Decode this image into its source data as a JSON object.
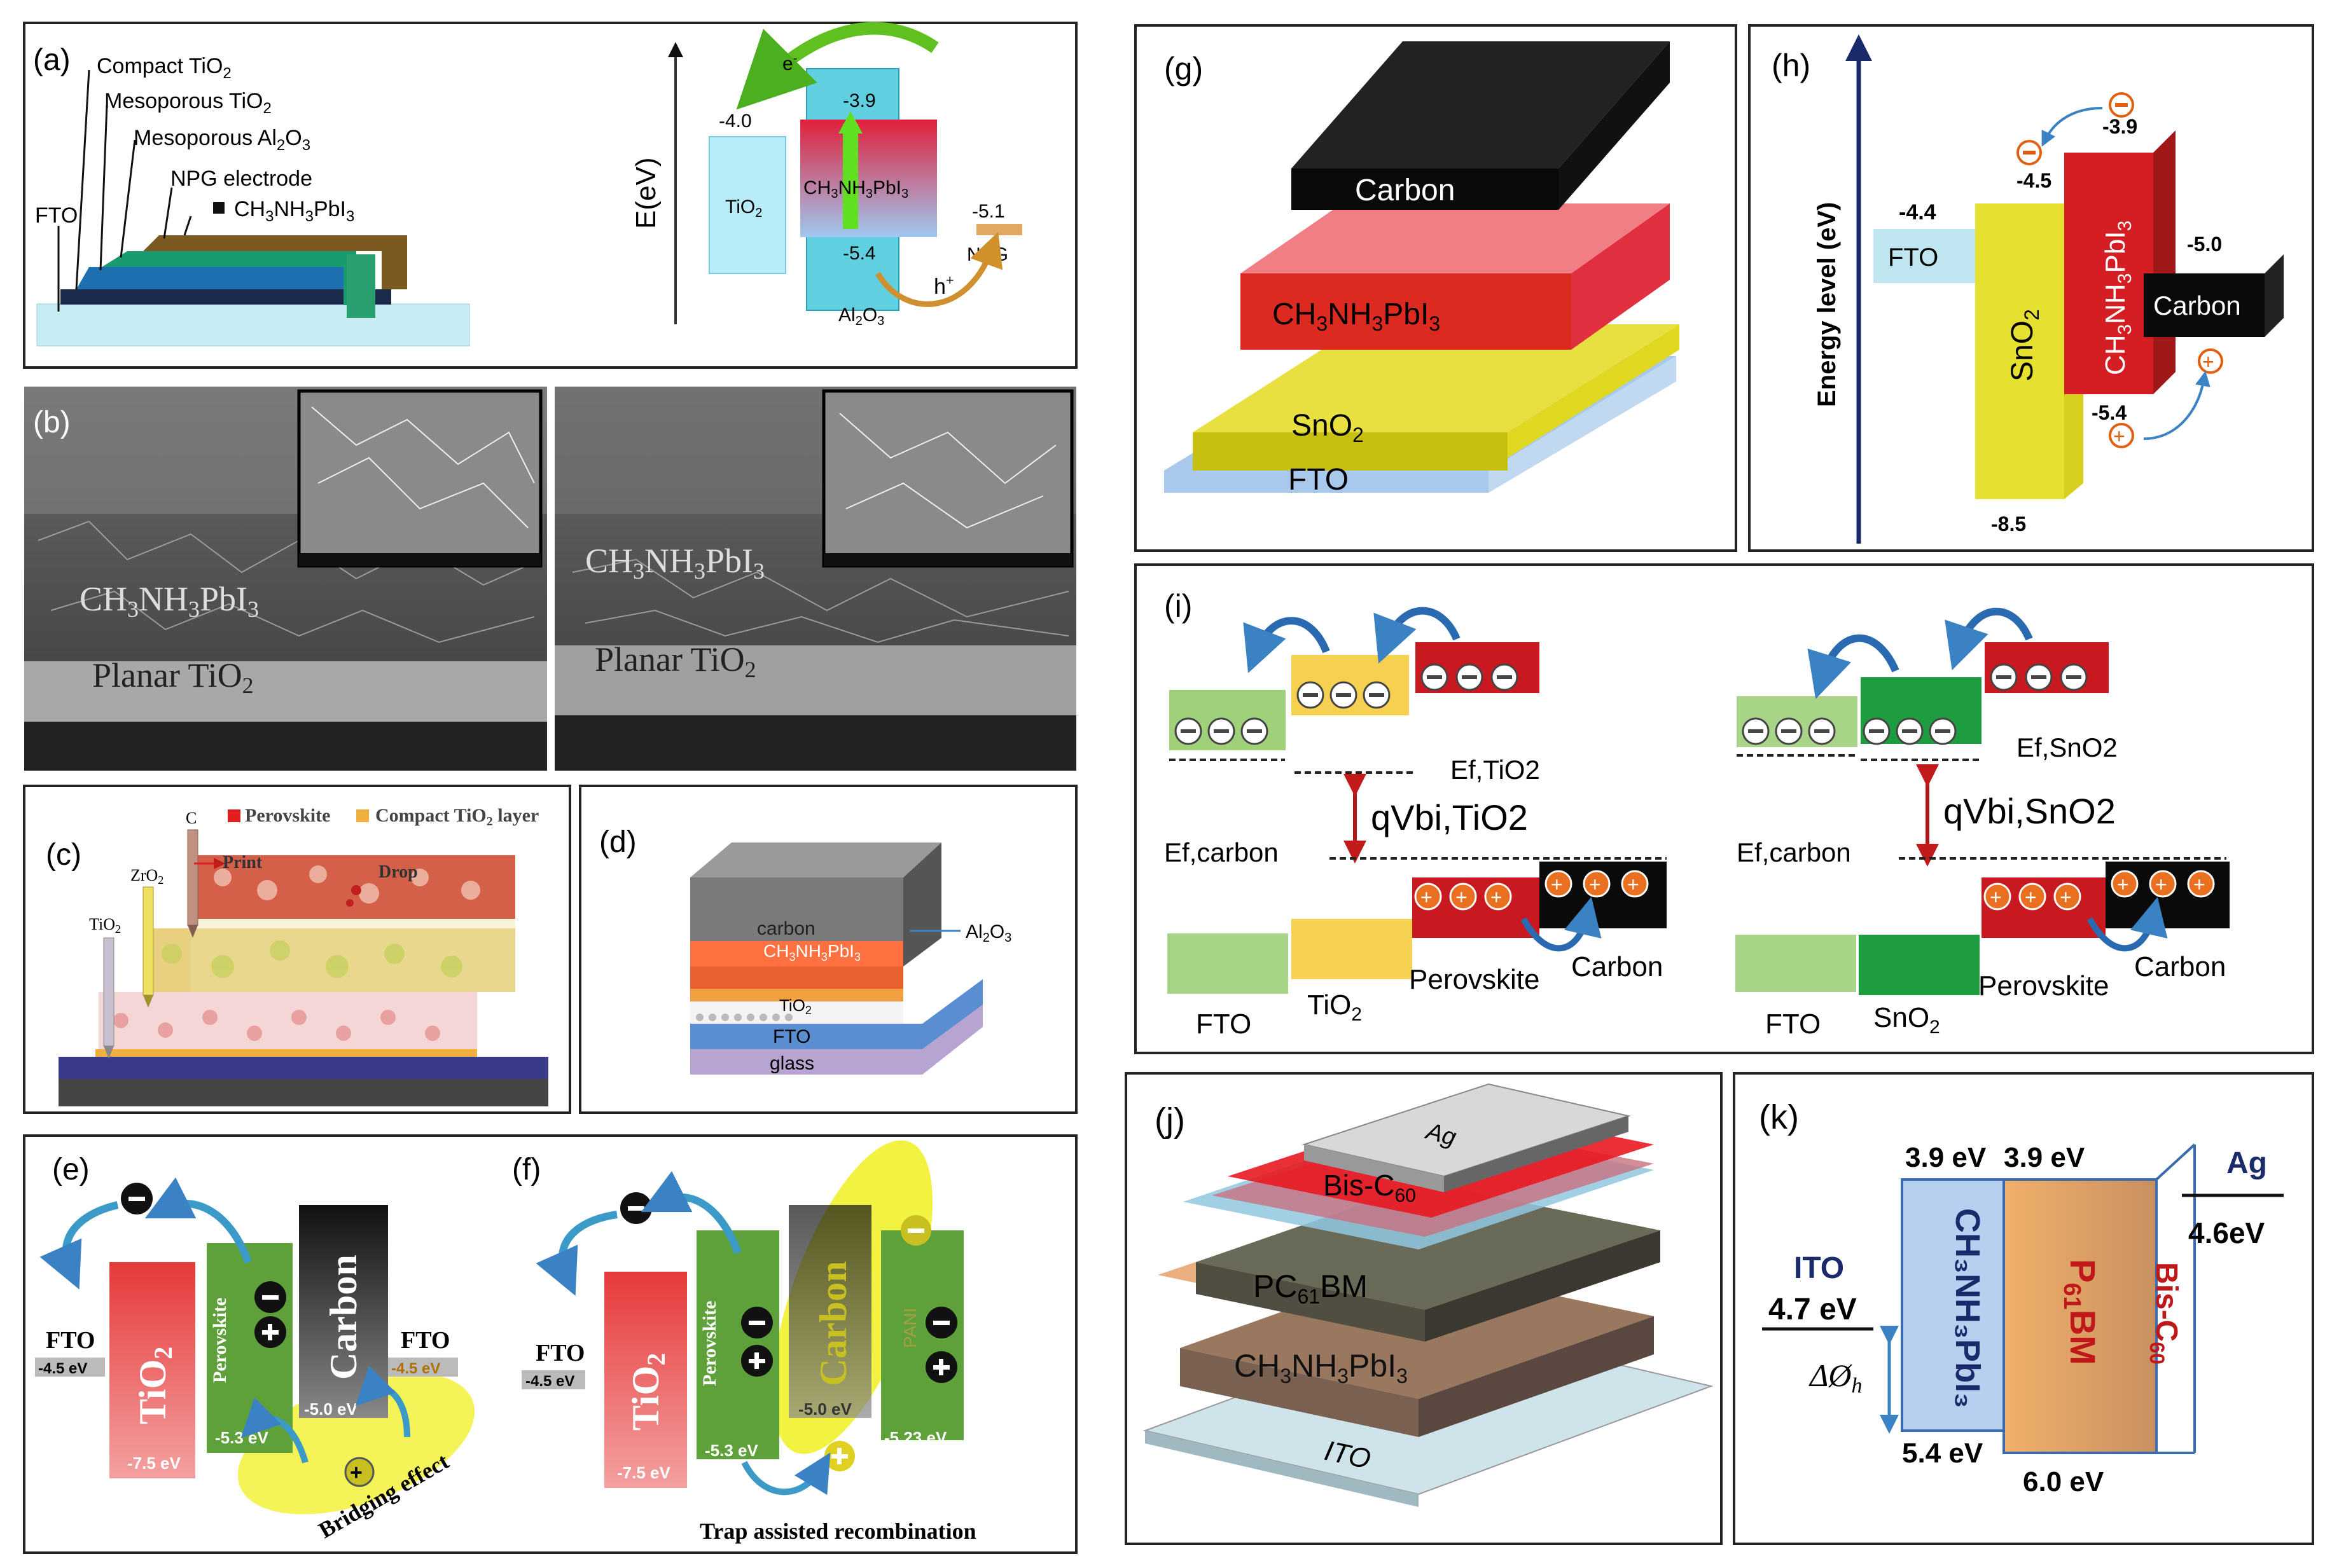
{
  "panels": {
    "a": {
      "label": "(a)",
      "compact": "Compact TiO",
      "compact_sub": "2",
      "meso_tio2": "Mesoporous TiO",
      "meso_tio2_sub": "2",
      "meso_al2o3": "Mesoporous  Al",
      "meso_al2o3_sub": "2",
      "meso_al2o3_o": "O",
      "meso_al2o3_sub2": "3",
      "npg_electrode": "NPG electrode",
      "mapi": "CH",
      "fto": "FTO",
      "axis": "E(eV)",
      "electron": "e",
      "hole": "h",
      "tio2_val": "-4.0",
      "tio2": "TiO",
      "top_val": "-3.9",
      "bot_val": "-5.4",
      "npg_val": "-5.1",
      "npg": "NPG",
      "al2o3": "Al",
      "al2o3_o": "O",
      "perov": "CH",
      "nh": "NH",
      "pb": "PbI"
    },
    "b": {
      "label": "(b)",
      "left_mat": "CH",
      "left_sub": "NH",
      "left_pb": "PbI",
      "planar": "Planar TiO",
      "right_planar": "Planar TiO"
    },
    "c": {
      "label": "(c)",
      "legend1": "Perovskite",
      "legend2": "Compact TiO",
      "legend2b": "layer",
      "c_tool": "C",
      "zro2": "ZrO",
      "tio2": "TiO",
      "print": "Print",
      "drop": "Drop"
    },
    "d": {
      "label": "(d)",
      "carbon": "carbon",
      "mapi": "CH",
      "tio2": "TiO",
      "fto": "FTO",
      "glass": "glass",
      "al2o3": "Al"
    },
    "e": {
      "label": "(e)",
      "fto_l": "FTO",
      "fto_l_val": "-4.5 eV",
      "tio2": "TiO",
      "tio2_val": "-7.5 eV",
      "perov": "Perovskite",
      "perov_val": "-5.3 eV",
      "carbon": "Carbon",
      "carbon_val": "-5.0 eV",
      "fto_r": "FTO",
      "fto_r_val": "-4.5 eV",
      "bridging": "Bridging effect"
    },
    "f": {
      "label": "(f)",
      "fto": "FTO",
      "fto_val": "-4.5 eV",
      "tio2": "TiO",
      "tio2_val": "-7.5 eV",
      "perov": "Perovskite",
      "perov_val": "-5.3 eV",
      "carbon": "Carbon",
      "carbon_val": "-5.0 eV",
      "pani": "PANI",
      "pani_val": "-5.23 eV",
      "trap": "Trap assisted recombination"
    },
    "g": {
      "label": "(g)",
      "carbon": "Carbon",
      "mapi": "CH",
      "sno2": "SnO",
      "fto": "FTO"
    },
    "h": {
      "label": "(h)",
      "axis": "Energy level (eV)",
      "fto": "FTO",
      "fto_val": "-4.4",
      "sno2": "SnO",
      "sno2_top": "-4.5",
      "sno2_bot": "-8.5",
      "mapi": "CH",
      "mapi_top": "-3.9",
      "mapi_bot": "-5.4",
      "carbon": "Carbon",
      "carbon_val": "-5.0"
    },
    "i": {
      "label": "(i)",
      "ef_tio2": "Ef,TiO2",
      "ef_carbon_l": "Ef,carbon",
      "qv_tio2": "qVbi,TiO2",
      "fto_l": "FTO",
      "tio2": "TiO",
      "perov_l": "Perovskite",
      "carbon_l": "Carbon",
      "ef_sno2": "Ef,SnO2",
      "ef_carbon_r": "Ef,carbon",
      "qv_sno2": "qVbi,SnO2",
      "fto_r": "FTO",
      "sno2": "SnO",
      "perov_r": "Perovskite",
      "carbon_r": "Carbon"
    },
    "j": {
      "label": "(j)",
      "ag": "Ag",
      "bis": "Bis-C",
      "pcbm": "PC",
      "pcbm_b": "BM",
      "mapi": "CH",
      "ito": "ITO"
    },
    "k": {
      "label": "(k)",
      "top1": "3.9 eV",
      "top2": "3.9 eV",
      "ag": "Ag",
      "ag_val": "4.6eV",
      "ito": "ITO",
      "ito_val": "4.7 eV",
      "delta": "ΔØ",
      "bot1": "5.4 eV",
      "bot2": "6.0 eV",
      "mapi": "CH₃NH₃PbI₃",
      "pcbm": "P",
      "pcbm_b": "BM",
      "bis": "Bis-C"
    }
  },
  "colors": {
    "red": "#d62020",
    "green": "#7fb040",
    "yellow": "#e8e030",
    "blue": "#3b82c4",
    "frame": "#222222"
  }
}
